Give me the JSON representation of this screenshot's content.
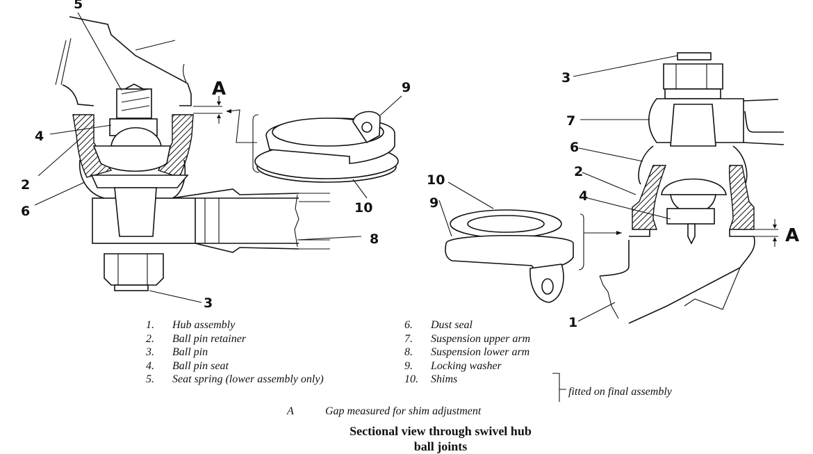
{
  "figure": {
    "caption_line1": "Sectional view through swivel hub",
    "caption_line2": "ball joints",
    "gap_key": "A",
    "gap_description": "Gap measured for shim adjustment",
    "bracket_note": "fitted on final assembly"
  },
  "callouts": {
    "left_assembly": [
      "5",
      "4",
      "2",
      "6",
      "3",
      "8",
      "A"
    ],
    "washer_upper": [
      "9",
      "10"
    ],
    "washer_lower": [
      "10",
      "9"
    ],
    "right_assembly": [
      "3",
      "7",
      "6",
      "2",
      "4",
      "1",
      "A"
    ]
  },
  "legend": {
    "left": [
      {
        "num": "1.",
        "label": "Hub assembly"
      },
      {
        "num": "2.",
        "label": "Ball pin retainer"
      },
      {
        "num": "3.",
        "label": "Ball pin"
      },
      {
        "num": "4.",
        "label": "Ball pin seat"
      },
      {
        "num": "5.",
        "label": "Seat spring (lower assembly only)"
      }
    ],
    "right": [
      {
        "num": "6.",
        "label": "Dust seal"
      },
      {
        "num": "7.",
        "label": "Suspension upper arm"
      },
      {
        "num": "8.",
        "label": "Suspension lower arm"
      },
      {
        "num": "9.",
        "label": "Locking washer"
      },
      {
        "num": "10.",
        "label": "Shims"
      }
    ]
  }
}
